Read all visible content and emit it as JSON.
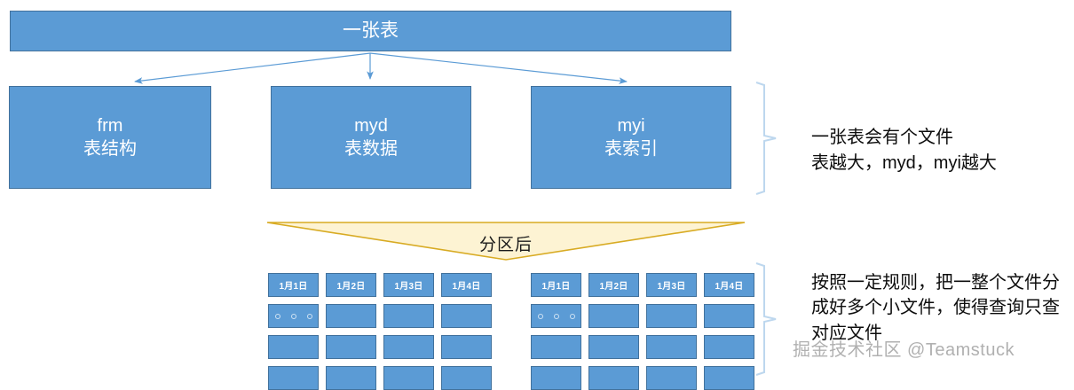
{
  "diagram": {
    "title_box": {
      "label": "一张表"
    },
    "file_boxes": [
      {
        "name": "frm",
        "desc": "表结构"
      },
      {
        "name": "myd",
        "desc": "表数据"
      },
      {
        "name": "myi",
        "desc": "表索引"
      }
    ],
    "banner": {
      "label": "分区后"
    },
    "partition_groups": [
      {
        "columns": [
          {
            "header": "1月1日",
            "cells": [
              "dots",
              "",
              ""
            ]
          },
          {
            "header": "1月2日",
            "cells": [
              "",
              "",
              ""
            ]
          },
          {
            "header": "1月3日",
            "cells": [
              "",
              "",
              ""
            ]
          },
          {
            "header": "1月4日",
            "cells": [
              "",
              "",
              ""
            ]
          }
        ]
      },
      {
        "columns": [
          {
            "header": "1月1日",
            "cells": [
              "dots",
              "",
              ""
            ]
          },
          {
            "header": "1月2日",
            "cells": [
              "",
              "",
              ""
            ]
          },
          {
            "header": "1月3日",
            "cells": [
              "",
              "",
              ""
            ]
          },
          {
            "header": "1月4日",
            "cells": [
              "",
              "",
              ""
            ]
          }
        ]
      }
    ],
    "annotations": {
      "top": "一张表会有个文件\n表越大，myd，myi越大",
      "bottom": "按照一定规则，把一整个文件分成好多个小文件，使得查询只查对应文件"
    },
    "watermark": "掘金技术社区 @Teamstuck",
    "colors": {
      "box_fill": "#5B9BD5",
      "box_border": "#41719C",
      "arrow": "#5B9BD5",
      "banner_fill": "#FDF3D3",
      "banner_border": "#D8AB23",
      "bracket": "#BDD7EE",
      "text": "#0D0D0D"
    }
  }
}
